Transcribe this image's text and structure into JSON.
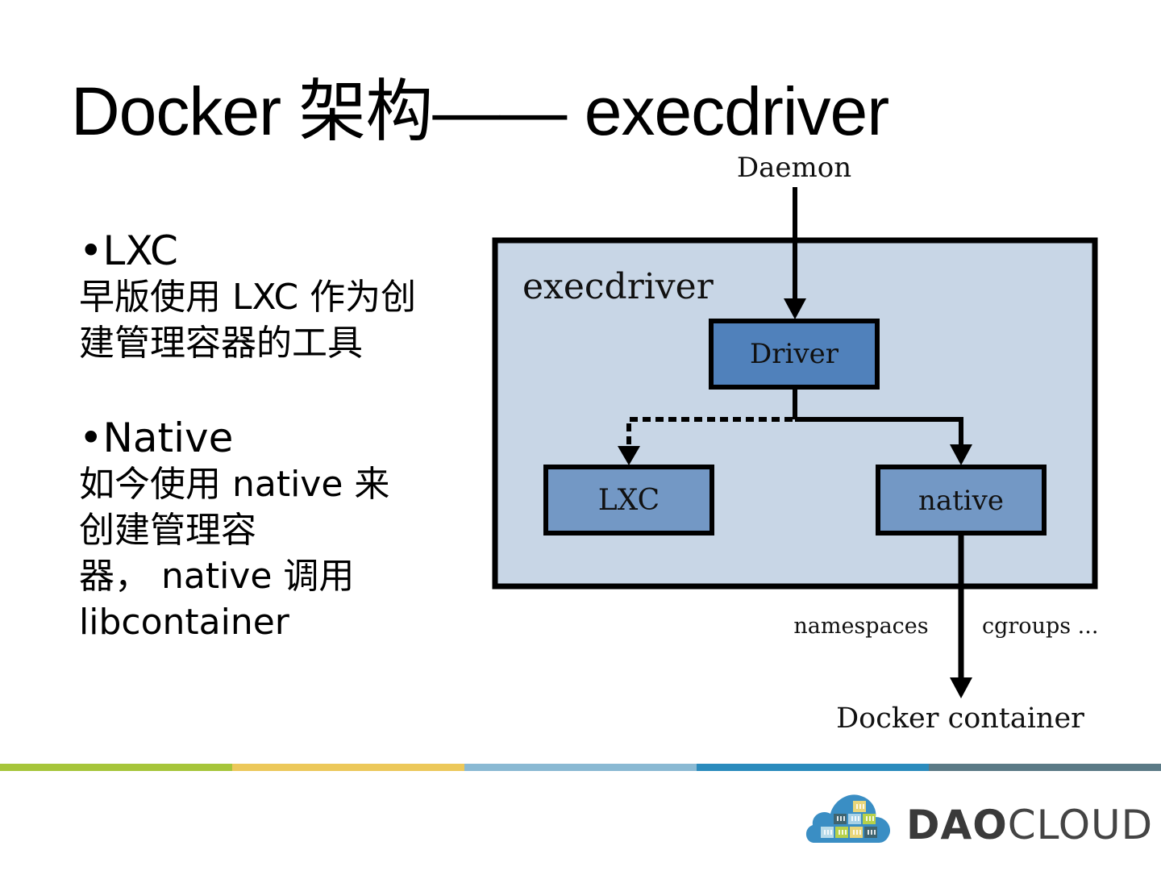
{
  "slide": {
    "title": "Docker  架构—— execdriver",
    "bullets": [
      {
        "heading": "•LXC",
        "lines": [
          "早版使用 LXC 作为创",
          "建管理容器的工具"
        ]
      },
      {
        "heading": "•Native",
        "lines": [
          "如今使用 native 来",
          "创建管理容",
          "器， native 调用",
          "libcontainer"
        ]
      }
    ]
  },
  "diagram": {
    "nodes": {
      "daemon": "Daemon",
      "container_label": "execdriver",
      "driver": "Driver",
      "lxc": "LXC",
      "native": "native",
      "output": "Docker container"
    },
    "edge_labels": {
      "left": "namespaces",
      "right": "cgroups ..."
    },
    "edges": [
      {
        "from": "Daemon",
        "to": "Driver",
        "style": "solid"
      },
      {
        "from": "Driver",
        "to": "LXC",
        "style": "dashed"
      },
      {
        "from": "Driver",
        "to": "native",
        "style": "solid"
      },
      {
        "from": "native",
        "to": "Docker container",
        "style": "solid"
      }
    ],
    "colors": {
      "outer_fill": "#c8d6e6",
      "driver_fill": "#5081bb",
      "leaf_fill": "#7398c5",
      "stroke": "#000000"
    }
  },
  "footer": {
    "stripe_colors": [
      "#a6c53a",
      "#ecc85a",
      "#8ab9d3",
      "#2b8bbd",
      "#5b7a86"
    ],
    "logo": {
      "bold": "DAO",
      "light": "CLOUD",
      "cloud_color": "#3a8ec4"
    }
  }
}
